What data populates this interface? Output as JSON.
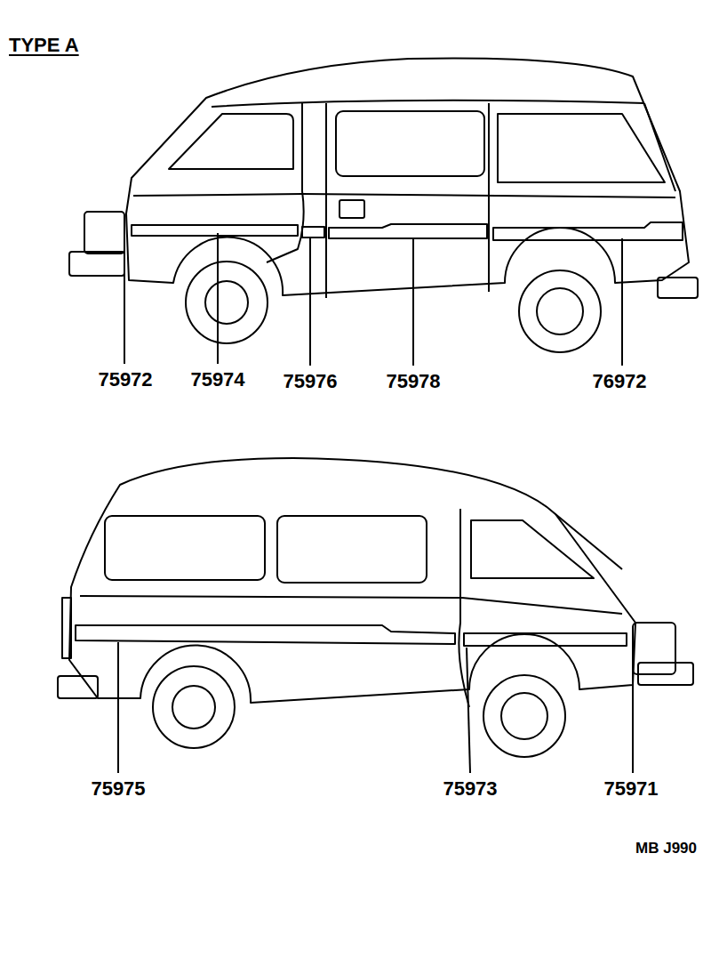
{
  "diagram": {
    "title": "TYPE A",
    "labels": [
      "75972",
      "75974",
      "75976",
      "75978",
      "76972",
      "75975",
      "75973",
      "75971",
      "MB J990"
    ]
  }
}
